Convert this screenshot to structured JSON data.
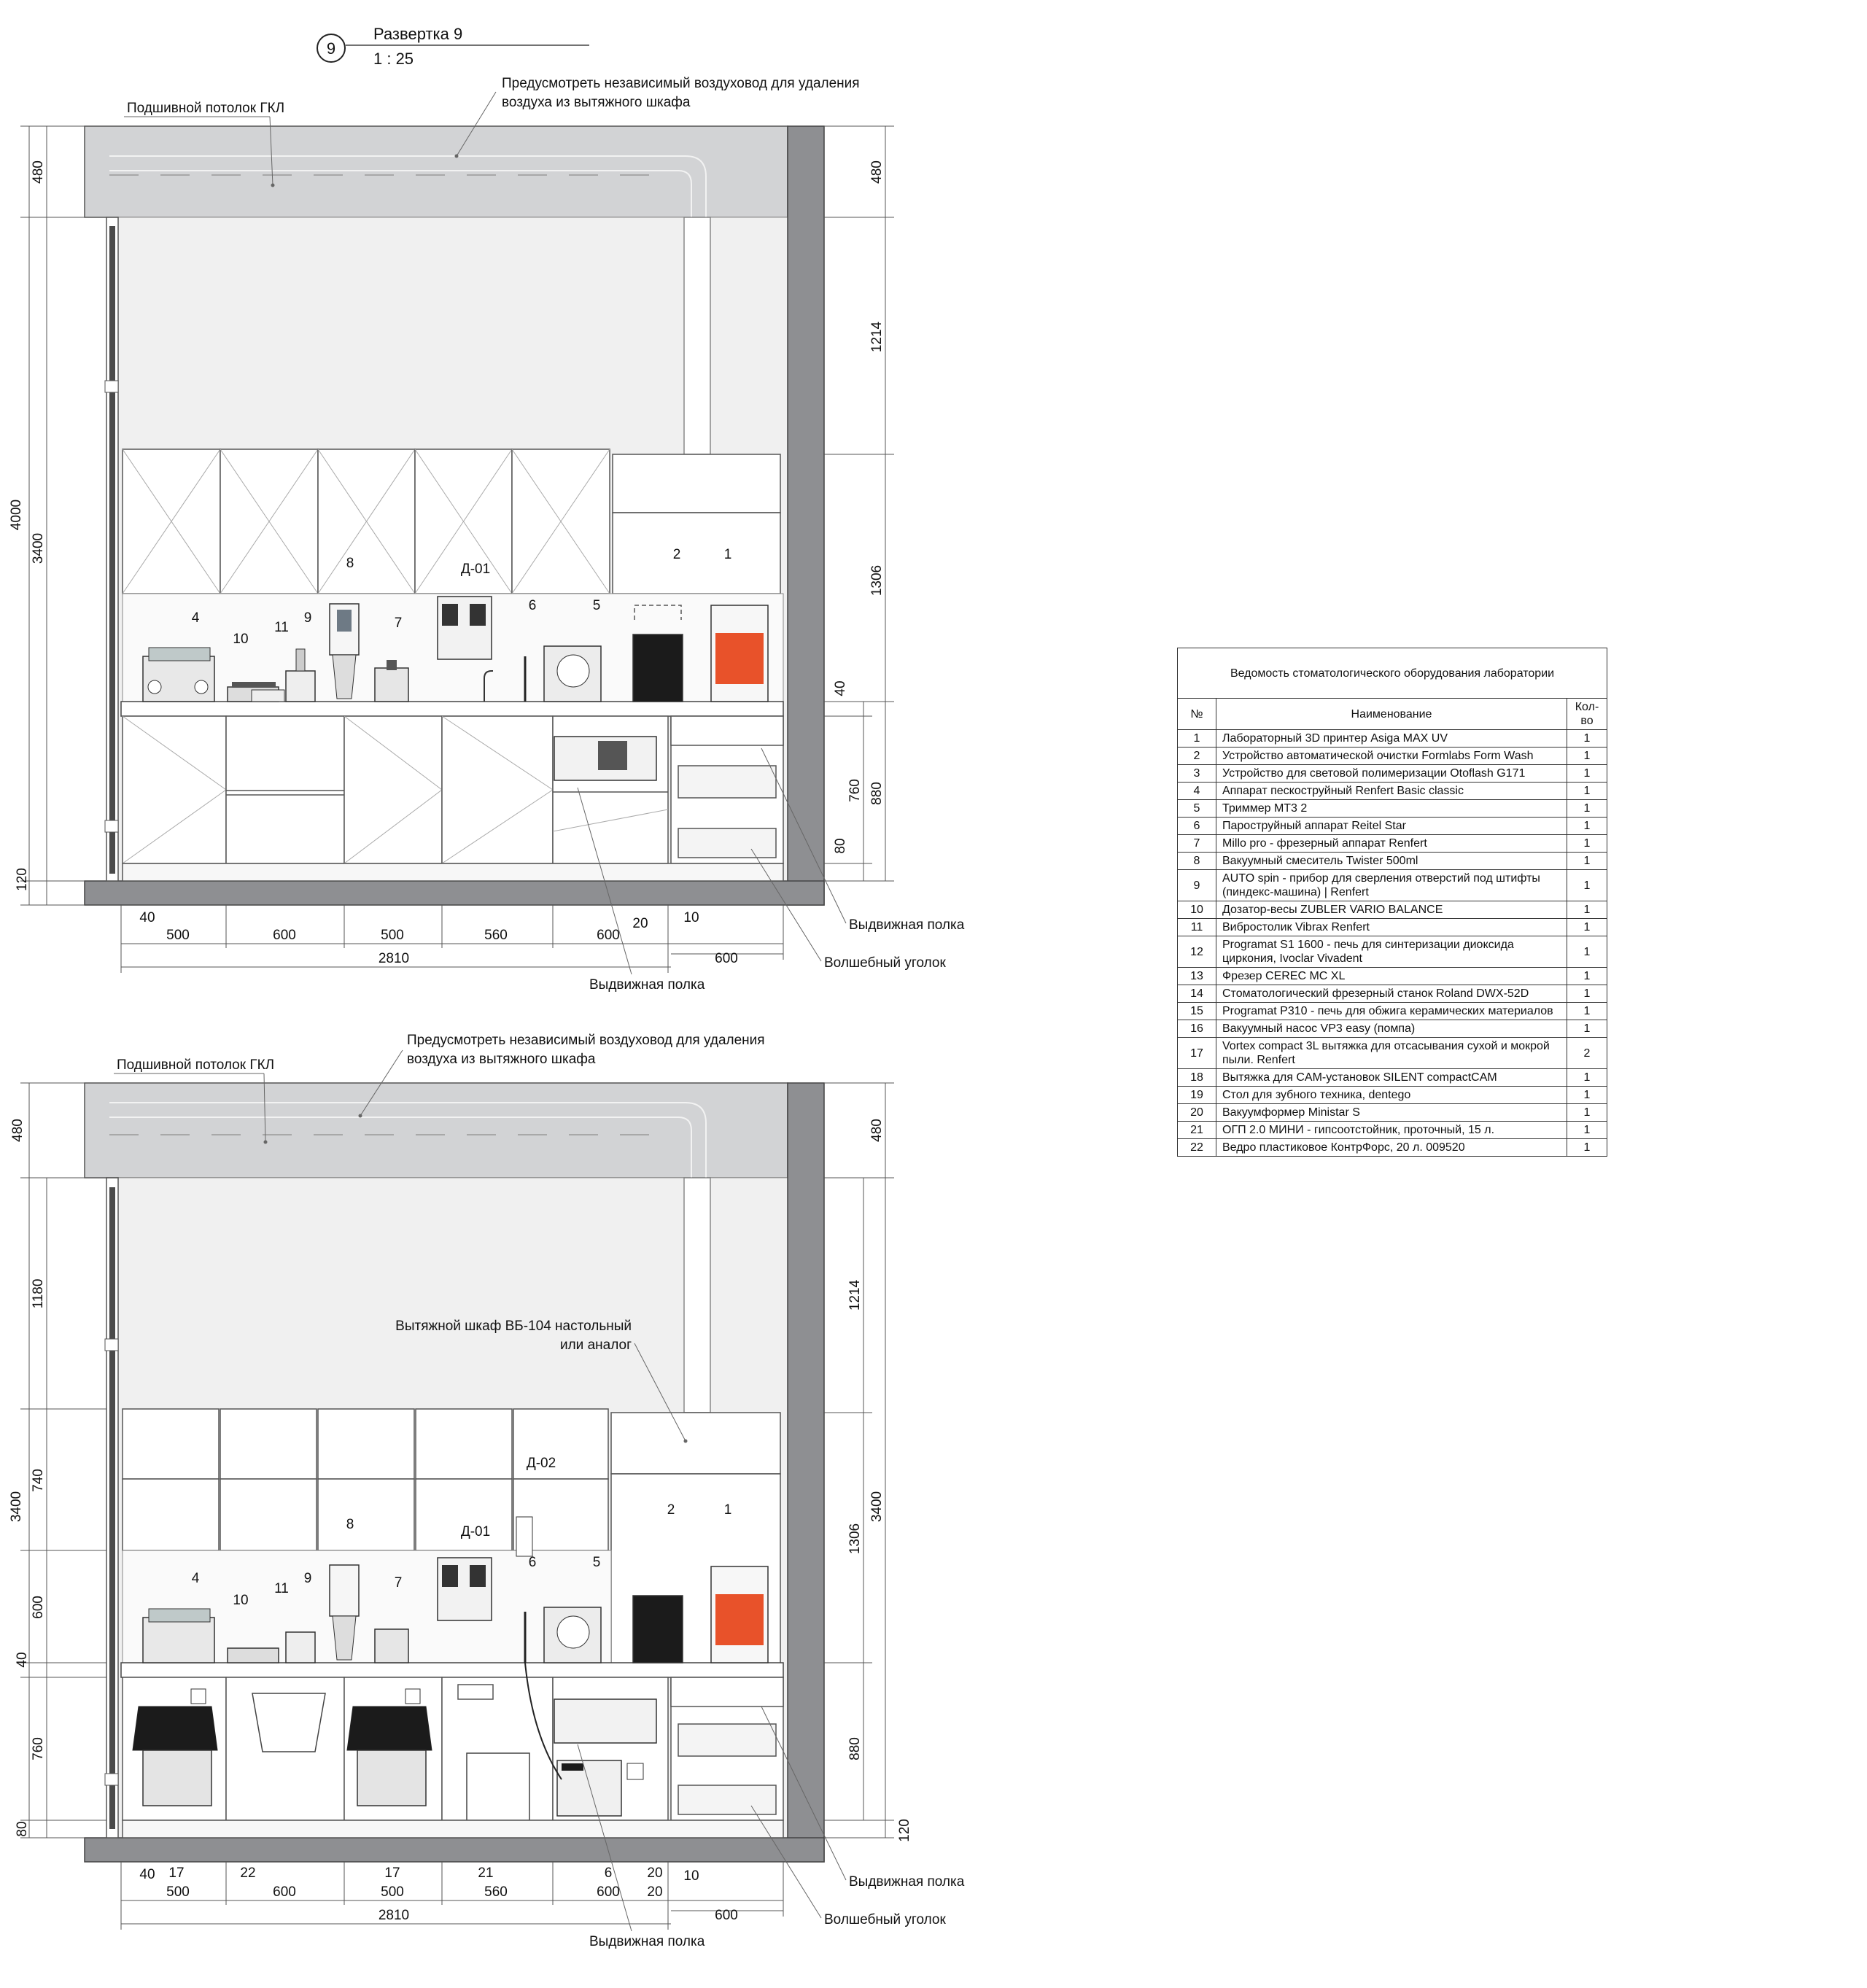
{
  "sheet": {
    "view_number": "9",
    "view_title": "Развертка 9",
    "scale": "1 : 25"
  },
  "top_elevation": {
    "ceiling_note": "Подшивной потолок ГКЛ",
    "duct_note_line1": "Предусмотреть независимый воздуховод для удаления",
    "duct_note_line2": "воздуха из вытяжного шкафа",
    "left_dims": [
      "4000",
      "3400",
      "480",
      "120"
    ],
    "right_dims": [
      "480",
      "1214",
      "1306",
      "40",
      "760",
      "880",
      "80"
    ],
    "bottom_dims": [
      "40",
      "500",
      "600",
      "500",
      "560",
      "600",
      "20",
      "10",
      "600"
    ],
    "total_dim": "2810",
    "item_labels": [
      "4",
      "10",
      "11",
      "9",
      "8",
      "7",
      "Д-01",
      "6",
      "5",
      "2",
      "1"
    ],
    "callouts": [
      "Выдвижная полка",
      "Волшебный уголок",
      "Выдвижная полка"
    ]
  },
  "bottom_elevation": {
    "ceiling_note": "Подшивной потолок ГКЛ",
    "duct_note_line1": "Предусмотреть независимый воздуховод для удаления",
    "duct_note_line2": "воздуха из вытяжного шкафа",
    "hood_note_line1": "Вытяжной шкаф ВБ-104 настольный",
    "hood_note_line2": "или аналог",
    "left_dims": [
      "480",
      "1180",
      "3400",
      "740",
      "600",
      "40",
      "760",
      "80"
    ],
    "right_dims": [
      "480",
      "1214",
      "3400",
      "1306",
      "880",
      "120"
    ],
    "bottom_dims": [
      "40",
      "500",
      "600",
      "500",
      "560",
      "600",
      "20",
      "10",
      "600"
    ],
    "under_labels": [
      "17",
      "22",
      "17",
      "21",
      "6",
      "20"
    ],
    "total_dim": "2810",
    "item_labels": [
      "4",
      "10",
      "11",
      "9",
      "8",
      "7",
      "Д-01",
      "Д-02",
      "6",
      "5",
      "2",
      "1"
    ],
    "callouts": [
      "Выдвижная полка",
      "Волшебный уголок",
      "Выдвижная полка"
    ]
  },
  "colors": {
    "ceiling": "#d2d3d5",
    "wall": "#8e8f92",
    "printer_orange": "#e8522a",
    "device_dark": "#1b1b1b",
    "line": "#555555"
  },
  "table": {
    "caption": "Ведомость стоматологического оборудования лаборатории",
    "headers": [
      "№",
      "Наименование",
      "Кол-во"
    ],
    "rows": [
      {
        "n": "1",
        "name": "Лабораторный 3D принтер Asiga MAX UV",
        "qty": "1"
      },
      {
        "n": "2",
        "name": "Устройство автоматической очистки Formlabs Form Wash",
        "qty": "1"
      },
      {
        "n": "3",
        "name": "Устройство для световой полимеризации Otoflash G171",
        "qty": "1"
      },
      {
        "n": "4",
        "name": "Аппарат пескоструйный Renfert Basic classic",
        "qty": "1"
      },
      {
        "n": "5",
        "name": "Триммер MT3 2",
        "qty": "1"
      },
      {
        "n": "6",
        "name": "Пароструйный аппарат Reitel Star",
        "qty": "1"
      },
      {
        "n": "7",
        "name": "Millo pro - фрезерный аппарат Renfert",
        "qty": "1"
      },
      {
        "n": "8",
        "name": "Вакуумный смеситель Twister 500ml",
        "qty": "1"
      },
      {
        "n": "9",
        "name": "AUTO spin - прибор для сверления отверстий под штифты (пиндекс-машина) | Renfert",
        "qty": "1"
      },
      {
        "n": "10",
        "name": "Дозатор-весы ZUBLER VARIO BALANCE",
        "qty": "1"
      },
      {
        "n": "11",
        "name": "Вибростолик Vibrax Renfert",
        "qty": "1"
      },
      {
        "n": "12",
        "name": "Programat S1 1600 - печь для синтеризации диоксида циркония, Ivoclar Vivadent",
        "qty": "1"
      },
      {
        "n": "13",
        "name": "Фрезер CEREC MC XL",
        "qty": "1"
      },
      {
        "n": "14",
        "name": "Стоматологический фрезерный станок Roland DWX-52D",
        "qty": "1"
      },
      {
        "n": "15",
        "name": "Programat P310 - печь для обжига керамических материалов",
        "qty": "1"
      },
      {
        "n": "16",
        "name": "Вакуумный насос VP3 easy (помпа)",
        "qty": "1"
      },
      {
        "n": "17",
        "name": "Vortex compact 3L вытяжка для отсасывания сухой и мокрой пыли. Renfert",
        "qty": "2"
      },
      {
        "n": "18",
        "name": "Вытяжка для CAM-установок SILENT compactCAM",
        "qty": "1"
      },
      {
        "n": "19",
        "name": "Стол для зубного техника, dentego",
        "qty": "1"
      },
      {
        "n": "20",
        "name": "Вакуумформер Ministar S",
        "qty": "1"
      },
      {
        "n": "21",
        "name": "ОГП 2.0 МИНИ - гипсоотстойник, проточный, 15 л.",
        "qty": "1"
      },
      {
        "n": "22",
        "name": "Ведро пластиковое КонтрФорс, 20 л. 009520",
        "qty": "1"
      }
    ]
  }
}
